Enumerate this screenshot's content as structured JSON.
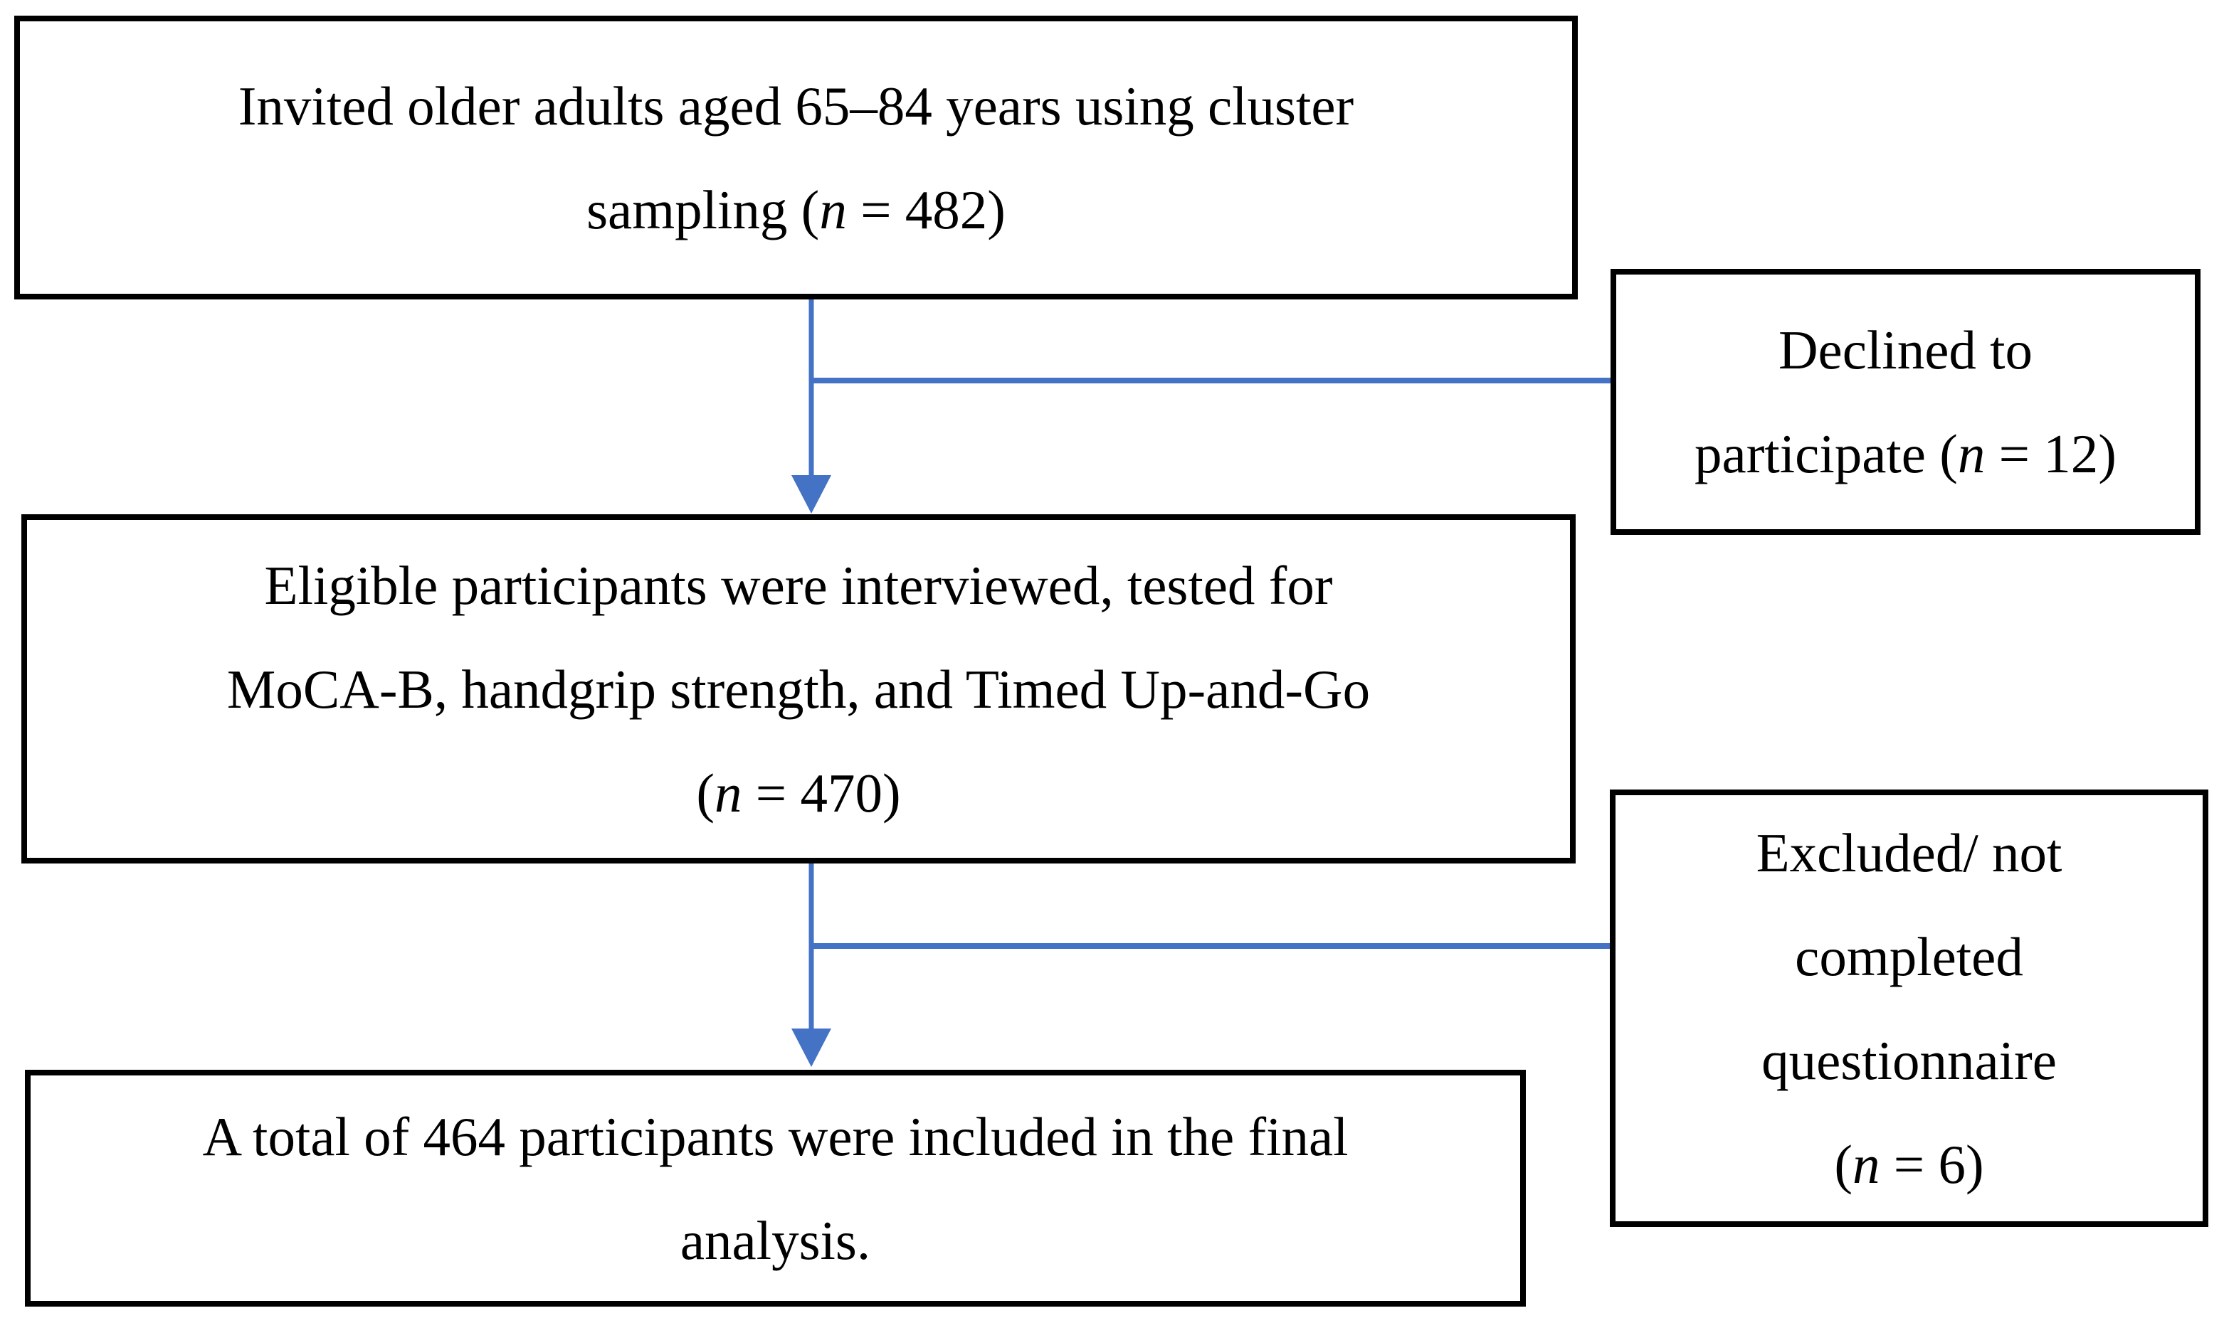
{
  "figure": {
    "type": "participant-flow-diagram"
  },
  "colors": {
    "arrow": "#4472C4",
    "border": "#000000",
    "text": "#000000",
    "background": "#ffffff"
  },
  "boxes": {
    "invited": {
      "line1": "Invited older adults aged 65–84 years using cluster",
      "line2_pre": "sampling (",
      "n": "n",
      "line2_post": " = 482)"
    },
    "declined": {
      "line1": "Declined to",
      "line2_pre": "participate (",
      "n": "n",
      "line2_post": " = 12)"
    },
    "eligible": {
      "line1": "Eligible participants were interviewed, tested for",
      "line2": "MoCA-B, handgrip strength, and Timed Up-and-Go",
      "line3_pre": "(",
      "n": "n",
      "line3_post": " = 470)"
    },
    "excluded": {
      "line1": "Excluded/ not",
      "line2": "completed",
      "line3": "questionnaire",
      "line4_pre": "(",
      "n": "n",
      "line4_post": " = 6)"
    },
    "final": {
      "line1": "A total of 464 participants were included in the final",
      "line2": "analysis."
    }
  }
}
